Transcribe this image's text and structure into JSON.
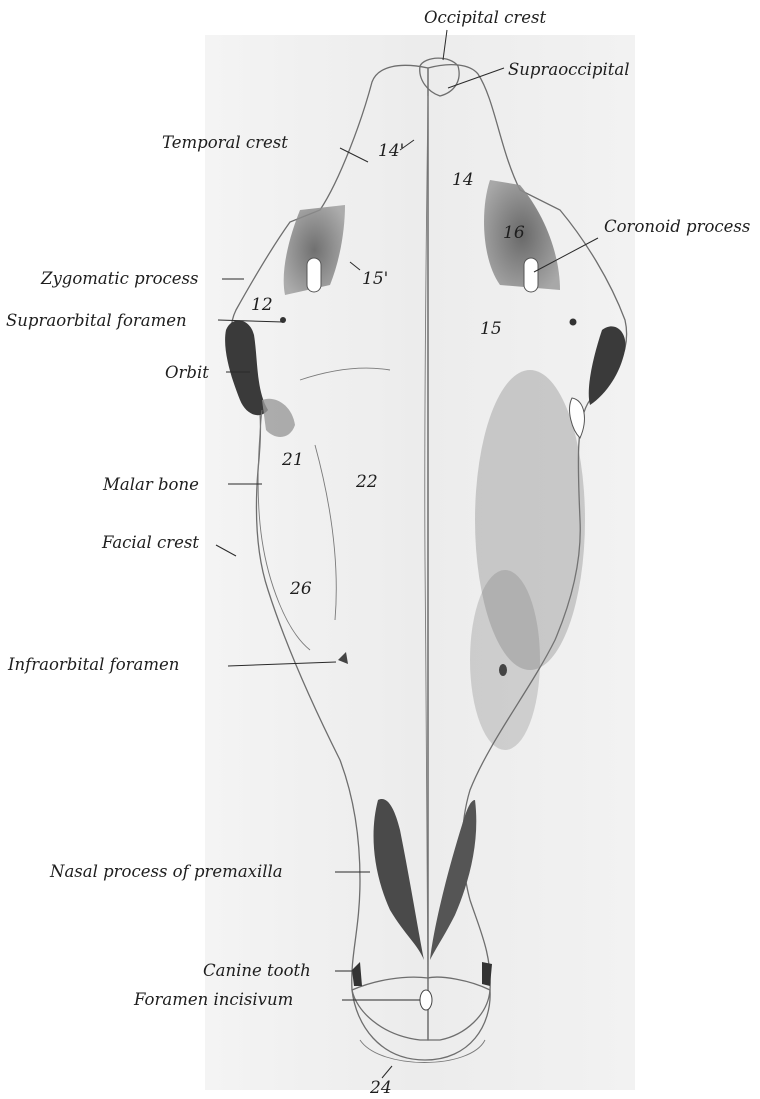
{
  "labels": {
    "occipital_crest": "Occipital crest",
    "supraoccipital": "Supraoccipital",
    "temporal_crest": "Temporal crest",
    "coronoid_process": "Coronoid process",
    "zygomatic_process": "Zygomatic process",
    "supraorbital_foramen": "Supraorbital foramen",
    "orbit": "Orbit",
    "malar_bone": "Malar bone",
    "facial_crest": "Facial crest",
    "infraorbital_foramen": "Infraorbital foramen",
    "nasal_process": "Nasal process of premaxilla",
    "canine_tooth": "Canine tooth",
    "foramen_incisivum": "Foramen incisivum"
  },
  "numbers": {
    "n14a": "14'",
    "n14": "14",
    "n16": "16",
    "n15a": "15'",
    "n12": "12",
    "n15": "15",
    "n21": "21",
    "n22": "22",
    "n26": "26",
    "n24": "24"
  }
}
